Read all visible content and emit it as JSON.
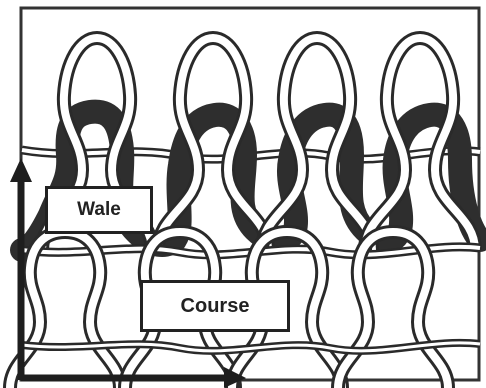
{
  "figure": {
    "labels": {
      "wale": "Wale",
      "course": "Course"
    },
    "colors": {
      "yarn_dark": "#2e2e2e",
      "yarn_outline": "#2a2a2a",
      "yarn_fill": "#ffffff",
      "arrow": "#1e1e1e",
      "frame": "#333333",
      "background": "#ffffff"
    },
    "arrows": [
      {
        "name": "wale-direction",
        "direction": "up"
      },
      {
        "name": "course-direction",
        "direction": "right"
      }
    ]
  }
}
